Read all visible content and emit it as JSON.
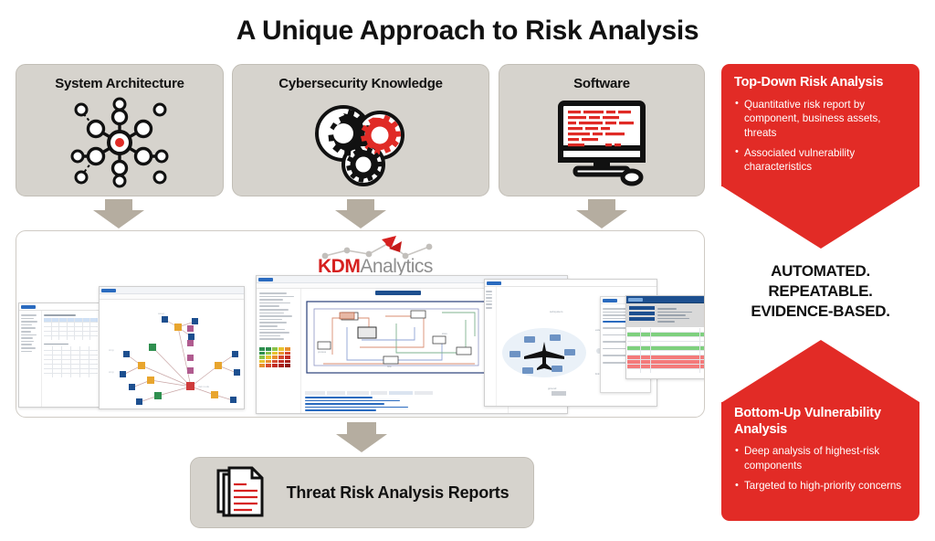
{
  "title": "A Unique Approach to Risk Analysis",
  "colors": {
    "red": "#e22b26",
    "card_bg": "#d6d3cd",
    "arrow": "#b5ada0",
    "logo_red": "#d6201f",
    "logo_grey": "#8f8f8f"
  },
  "input_cards": [
    {
      "label": "System Architecture",
      "icon": "network-nodes-icon"
    },
    {
      "label": "Cybersecurity Knowledge",
      "icon": "gears-icon"
    },
    {
      "label": "Software",
      "icon": "desktop-computer-icon"
    }
  ],
  "logo": {
    "bold": "KDM",
    "light": "Analytics"
  },
  "report_card": {
    "label": "Threat Risk Analysis Reports",
    "icon": "documents-icon"
  },
  "statement": {
    "line1": "AUTOMATED.",
    "line2": "REPEATABLE.",
    "line3": "EVIDENCE-BASED."
  },
  "banner_top": {
    "heading": "Top-Down Risk Analysis",
    "bullets": [
      "Quantitative risk report by component, business assets, threats",
      "Associated vulnerability characteristics"
    ]
  },
  "banner_bottom": {
    "heading": "Bottom-Up Vulnerability Analysis",
    "bullets": [
      "Deep analysis of highest-risk components",
      "Targeted to high-priority concerns"
    ]
  }
}
